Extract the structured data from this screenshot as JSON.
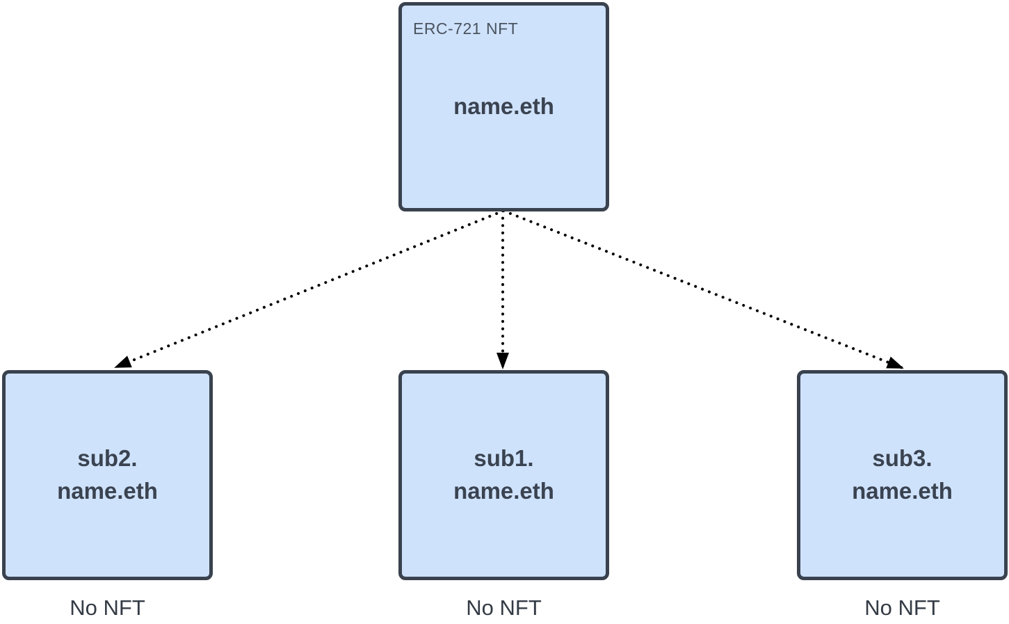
{
  "diagram": {
    "root_node": {
      "type_label": "ERC-721 NFT",
      "name": "name.eth"
    },
    "child_nodes": [
      {
        "lines": [
          "sub2.",
          "name.eth"
        ],
        "caption": "No NFT"
      },
      {
        "lines": [
          "sub1.",
          "name.eth"
        ],
        "caption": "No NFT"
      },
      {
        "lines": [
          "sub3.",
          "name.eth"
        ],
        "caption": "No NFT"
      }
    ],
    "edges": [
      {
        "from": "name.eth",
        "to": "sub2.name.eth",
        "style": "dotted-arrow"
      },
      {
        "from": "name.eth",
        "to": "sub1.name.eth",
        "style": "dotted-arrow"
      },
      {
        "from": "name.eth",
        "to": "sub3.name.eth",
        "style": "dotted-arrow"
      }
    ],
    "colors": {
      "background": "#ffffff",
      "node_fill": "#cfe2fc",
      "node_border": "#39424e",
      "node_text": "#3a4350",
      "badge_text": "#4a545f",
      "caption_text": "#343b45",
      "edge": "#000000"
    }
  }
}
